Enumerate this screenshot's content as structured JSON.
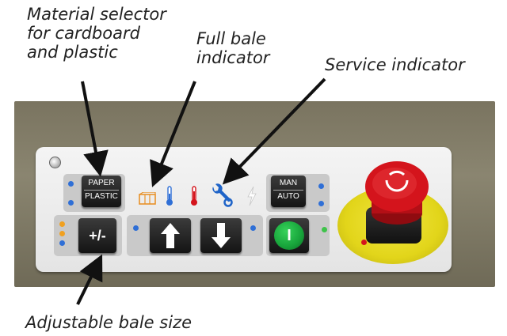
{
  "callouts": {
    "material_selector": "Material selector\nfor cardboard\nand plastic",
    "full_bale": "Full bale\nindicator",
    "service": "Service indicator",
    "bale_size": "Adjustable bale size"
  },
  "panel": {
    "paper_label": "PAPER",
    "plastic_label": "PLASTIC",
    "man_label": "MAN",
    "auto_label": "AUTO",
    "size_button_label": "+/-",
    "start_symbol": "I"
  },
  "icons": [
    "cardboard-icon",
    "thermometer-blue-icon",
    "thermometer-red-icon",
    "wrench-icon",
    "lightning-icon",
    "arrow-up-icon",
    "arrow-down-icon",
    "emergency-stop-icon"
  ],
  "colors": {
    "led_blue": "#2f6fd6",
    "led_orange": "#f0a020",
    "led_green": "#3ec34a",
    "emergency_red": "#d4141c",
    "ring_yellow": "#e2d51a",
    "start_green": "#17a33a"
  }
}
